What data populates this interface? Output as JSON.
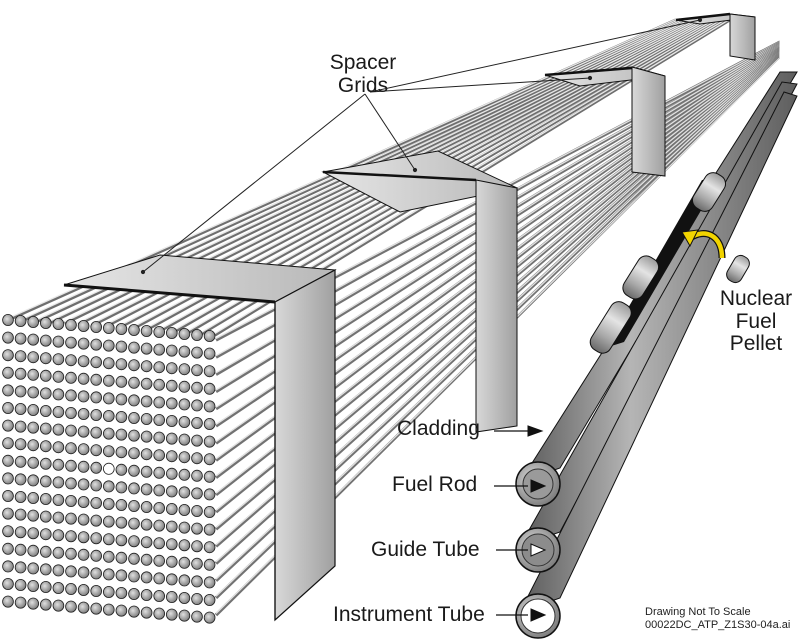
{
  "labels": {
    "spacer_grids_line1": "Spacer",
    "spacer_grids_line2": "Grids",
    "nuclear_line1": "Nuclear",
    "nuclear_line2": "Fuel",
    "nuclear_line3": "Pellet",
    "cladding": "Cladding",
    "fuel_rod": "Fuel Rod",
    "guide_tube": "Guide Tube",
    "instrument_tube": "Instrument Tube"
  },
  "footer": {
    "scale_note": "Drawing Not To Scale",
    "file_id": "00022DC_ATP_Z1S30-04a.ai"
  },
  "colors": {
    "pellet_arrow": "#f2d400",
    "rod_dark": "#6e6e6e",
    "rod_light": "#d6d6d6",
    "grid_plate": "#cfcfcf",
    "outline": "#111111"
  },
  "icons": [
    "spacer-grid",
    "fuel-rod",
    "fuel-pellet",
    "pointer-arrow"
  ]
}
